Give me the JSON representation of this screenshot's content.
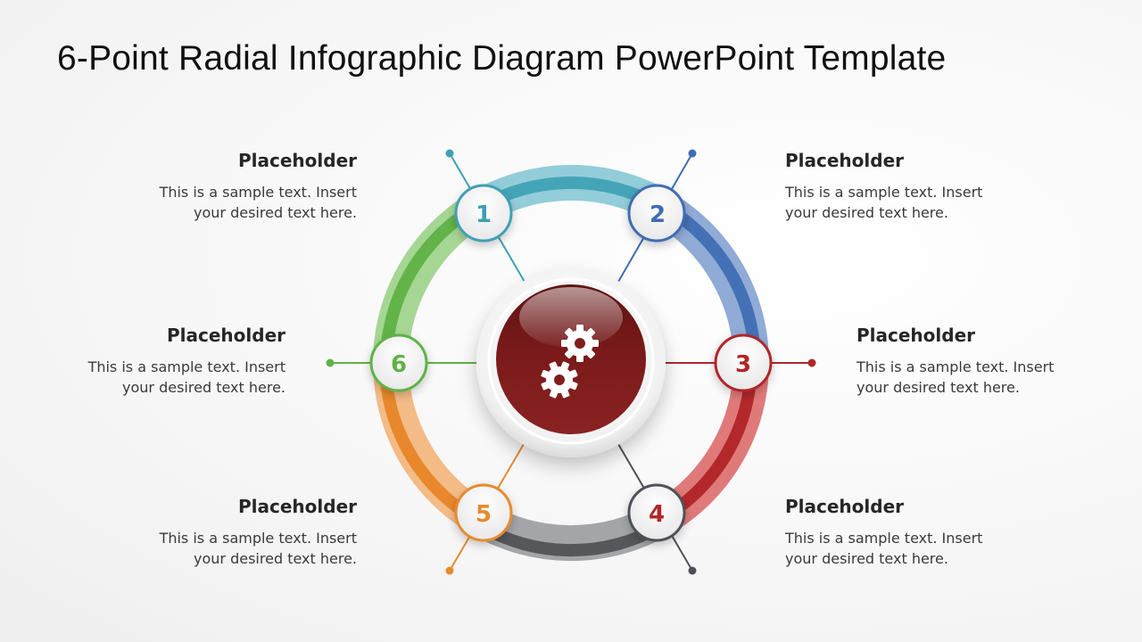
{
  "slide": {
    "title": "6-Point Radial Infographic Diagram PowerPoint Template"
  },
  "diagram": {
    "center": {
      "icon": "gears-icon",
      "color": "#7e1d1d"
    },
    "nodes": [
      {
        "number": "1",
        "color": "#3fa0b5",
        "light": "#93cdd9"
      },
      {
        "number": "2",
        "color": "#3f6db3",
        "light": "#8fabd6"
      },
      {
        "number": "3",
        "color": "#b0272a",
        "light": "#e07a7a"
      },
      {
        "number": "4",
        "color": "#4f5156",
        "light": "#a3a5a8"
      },
      {
        "number": "5",
        "color": "#e88a2e",
        "light": "#f3bb86"
      },
      {
        "number": "6",
        "color": "#5fb246",
        "light": "#a6d694"
      }
    ]
  },
  "text_blocks": [
    {
      "id": "1",
      "heading": "Placeholder",
      "line1": "This is a sample text. Insert",
      "line2": "your desired text here."
    },
    {
      "id": "2",
      "heading": "Placeholder",
      "line1": "This is a sample text. Insert",
      "line2": "your desired text here."
    },
    {
      "id": "3",
      "heading": "Placeholder",
      "line1": "This is a sample text. Insert",
      "line2": "your desired text here."
    },
    {
      "id": "4",
      "heading": "Placeholder",
      "line1": "This is a sample text. Insert",
      "line2": "your desired text here."
    },
    {
      "id": "5",
      "heading": "Placeholder",
      "line1": "This is a sample text. Insert",
      "line2": "your desired text here."
    },
    {
      "id": "6",
      "heading": "Placeholder",
      "line1": "This is a sample text. Insert",
      "line2": "your desired text here."
    }
  ]
}
